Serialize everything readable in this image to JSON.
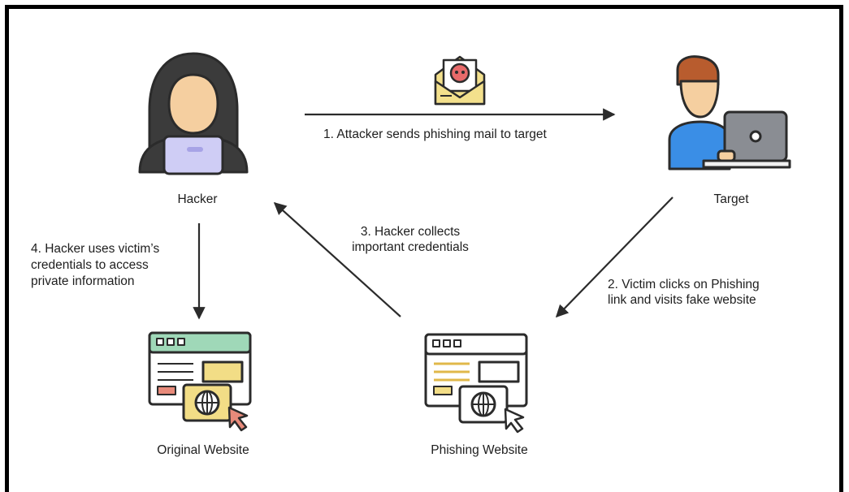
{
  "nodes": {
    "hacker": "Hacker",
    "target": "Target",
    "original_website": "Original Website",
    "phishing_website": "Phishing Website"
  },
  "steps": {
    "step1": "1. Attacker sends phishing mail to target",
    "step2_line1": "2. Victim clicks on Phishing",
    "step2_line2": "link and visits fake website",
    "step3_line1": "3. Hacker collects",
    "step3_line2": "important credentials",
    "step4_line1": "4. Hacker uses victim’s",
    "step4_line2": "credentials to access",
    "step4_line3": "private information"
  },
  "icons": {
    "hacker": "hooded-hacker-icon",
    "target": "person-with-laptop-icon",
    "mail": "phishing-envelope-skull-icon",
    "original_site": "browser-window-globe-icon",
    "phishing_site": "browser-window-globe-icon"
  },
  "colors": {
    "outline": "#2b2b2b",
    "skin": "#f5cfa0",
    "hood": "#3b3b3b",
    "laptop_lavender": "#cfcdf5",
    "target_shirt": "#3a8ee6",
    "target_hair": "#b85c2e",
    "laptop_gray": "#8a8d93",
    "original_header": "#9fd8b8",
    "accent_yellow": "#f2dd86",
    "accent_red": "#e88a7a",
    "mail_yellow": "#f3e08c",
    "skull_red": "#e86a6a"
  }
}
